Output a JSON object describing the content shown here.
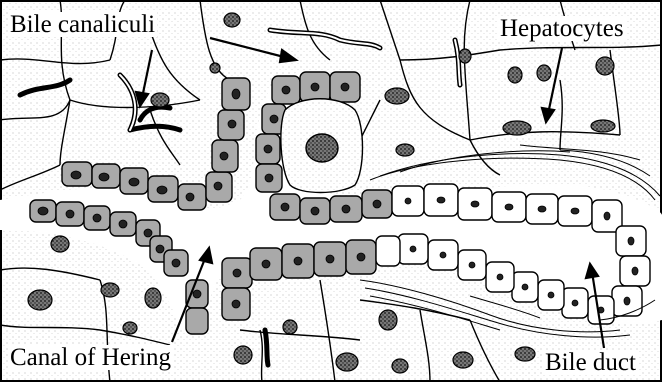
{
  "labels": {
    "bile_canaliculi": "Bile canaliculi",
    "hepatocytes": "Hepatocytes",
    "canal_of_hering": "Canal of Hering",
    "bile_duct": "Bile duct"
  },
  "colors": {
    "background": "#ffffff",
    "outline": "#000000",
    "hering_cells_fill": "#a9a9a9",
    "hepatocyte_stipple": "#cfcfcf",
    "nucleus_fill": "#333333"
  }
}
